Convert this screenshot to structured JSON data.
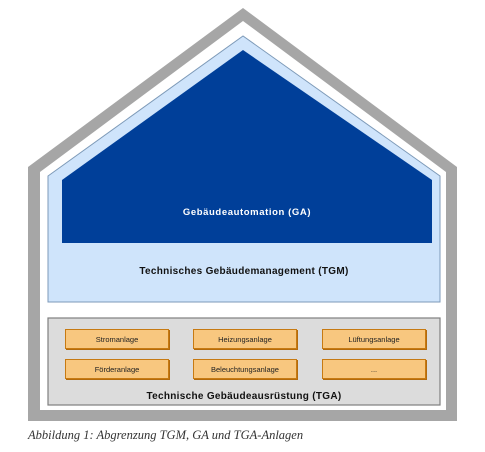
{
  "diagram": {
    "ga_label": "Gebäudeautomation (GA)",
    "tgm_label": "Technisches Gebäudemanagement (TGM)",
    "tga_label": "Technische Gebäudeausrüstung (TGA)",
    "tga_items": [
      "Stromanlage",
      "Heizungsanlage",
      "Lüftungsanlage",
      "Förderanlage",
      "Beleuchtungsanlage",
      "..."
    ]
  },
  "caption": "Abbildung 1: Abgrenzung TGM, GA und TGA-Anlagen",
  "colors": {
    "house_outer": "#a6a6a6",
    "tgm_fill": "#cfe4fb",
    "ga_fill": "#003f99",
    "tga_fill": "#dcdcdc",
    "box_fill": "#f8c77f",
    "box_border": "#c77a12"
  }
}
